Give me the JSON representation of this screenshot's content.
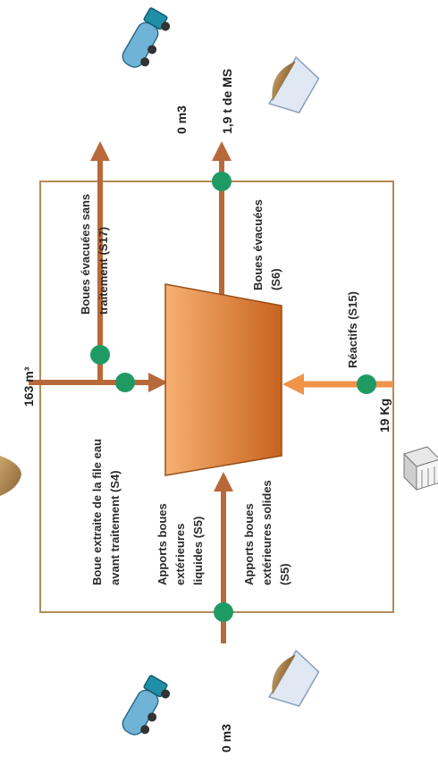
{
  "values": {
    "s4_volume": "163 m³",
    "s17_volume": "0 m3",
    "s6_mass": "1,9 t de MS",
    "s5_volume": "0 m3",
    "s15_mass": "19 Kg"
  },
  "flows": {
    "s17": [
      "Boues évacuées sans",
      "traitement (S17)"
    ],
    "s6": [
      "Boues évacuées",
      "(S6)"
    ],
    "s15": [
      "Réactifs (S15)"
    ],
    "s4": [
      "Boue extraite de la file eau",
      "avant traitement (S4)"
    ],
    "s5_liquid": [
      "Apports boues",
      "extérieures",
      "liquides (S5)"
    ],
    "s5_solid": [
      "Apports boues",
      "extérieures solides",
      "(S5)"
    ]
  },
  "colors": {
    "frame": "#b58a5a",
    "arrow": "#b8693a",
    "reagent_arrow": "#ef9449",
    "node": "#1f9a63",
    "process_light": "#f2a25e",
    "process_dark": "#c8641f"
  },
  "icons": [
    "tanker-truck-icon",
    "sludge-dumpster-icon",
    "reagent-container-icon"
  ]
}
